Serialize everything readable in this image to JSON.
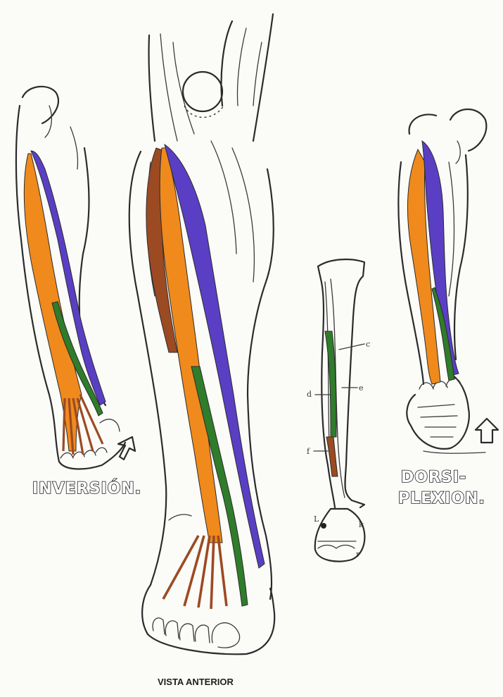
{
  "labels": {
    "inversion": "INVERSIÓN.",
    "dorsi_line1": "DORSI-",
    "dorsi_line2": "PLEXION.",
    "vista": "VISTA ANTERIOR"
  },
  "muscle_letters": {
    "bone_c": "c",
    "bone_d": "d",
    "bone_e": "e",
    "bone_f": "f",
    "bone_l": "L",
    "bone_k": "k",
    "bone_r": "r"
  },
  "colors": {
    "tibialis_anterior": "#5a3fc4",
    "extensor_hallucis": "#2f7d2a",
    "extensor_digitorum": "#f08a1c",
    "peroneus_tertius": "#9c4a22",
    "outline": "#2b2b2b"
  }
}
